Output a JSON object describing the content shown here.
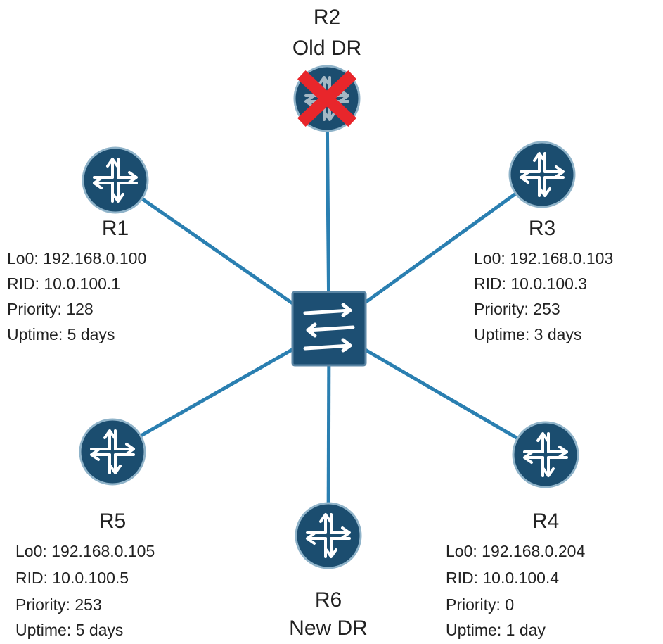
{
  "colors": {
    "link": "#2a7fb1",
    "router_fill": "#1b4d6f",
    "router_stroke": "#8fb3c9",
    "switch_fill": "#1d4f73",
    "switch_stroke": "#5b86a5",
    "failed_mark": "#e8262b",
    "text": "#222222"
  },
  "routers": {
    "r1": {
      "name": "R1",
      "lo0": "Lo0: 192.168.0.100",
      "rid": "RID: 10.0.100.1",
      "priority": "Priority: 128",
      "uptime": "Uptime: 5 days",
      "icon": "router-icon"
    },
    "r2": {
      "name": "R2",
      "role": "Old DR",
      "status": "failed",
      "icon": "router-icon-failed"
    },
    "r3": {
      "name": "R3",
      "lo0": "Lo0: 192.168.0.103",
      "rid": "RID: 10.0.100.3",
      "priority": "Priority: 253",
      "uptime": "Uptime: 3 days",
      "icon": "router-icon"
    },
    "r4": {
      "name": "R4",
      "lo0": "Lo0: 192.168.0.204",
      "rid": "RID: 10.0.100.4",
      "priority": "Priority: 0",
      "uptime": "Uptime: 1 day",
      "icon": "router-icon"
    },
    "r5": {
      "name": "R5",
      "lo0": "Lo0: 192.168.0.105",
      "rid": "RID: 10.0.100.5",
      "priority": "Priority: 253",
      "uptime": "Uptime: 5 days",
      "icon": "router-icon"
    },
    "r6": {
      "name": "R6",
      "role": "New DR",
      "icon": "router-icon"
    }
  },
  "switch": {
    "icon": "switch-icon"
  }
}
